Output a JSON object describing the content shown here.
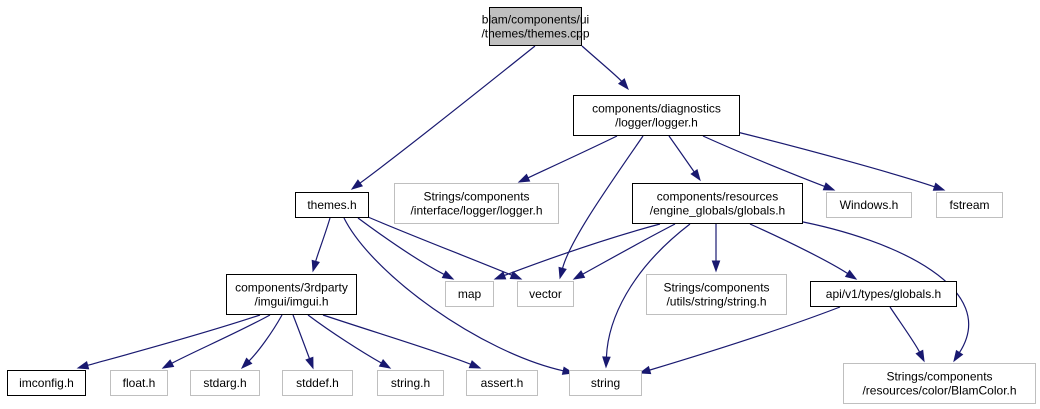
{
  "colors": {
    "edge": "#191970",
    "root_fill": "#bfbfbf",
    "root_border": "#000000",
    "local_border": "#000000",
    "external_border": "#bfbfbf",
    "node_fill": "#ffffff",
    "text": "#000000"
  },
  "nodes": [
    {
      "id": "themes_cpp",
      "kind": "root",
      "lines": [
        "blam/components/ui",
        "/themes/themes.cpp"
      ]
    },
    {
      "id": "logger_h",
      "kind": "local",
      "lines": [
        "components/diagnostics",
        "/logger/logger.h"
      ]
    },
    {
      "id": "themes_h",
      "kind": "local",
      "lines": [
        "themes.h"
      ]
    },
    {
      "id": "strings_logger",
      "kind": "external",
      "lines": [
        "Strings/components",
        "/interface/logger/logger.h"
      ]
    },
    {
      "id": "globals_h",
      "kind": "local",
      "lines": [
        "components/resources",
        "/engine_globals/globals.h"
      ]
    },
    {
      "id": "windows_h",
      "kind": "external",
      "lines": [
        "Windows.h"
      ]
    },
    {
      "id": "fstream",
      "kind": "external",
      "lines": [
        "fstream"
      ]
    },
    {
      "id": "imgui_h",
      "kind": "local",
      "lines": [
        "components/3rdparty",
        "/imgui/imgui.h"
      ]
    },
    {
      "id": "map",
      "kind": "external",
      "lines": [
        "map"
      ]
    },
    {
      "id": "vector",
      "kind": "external",
      "lines": [
        "vector"
      ]
    },
    {
      "id": "strings_string",
      "kind": "external",
      "lines": [
        "Strings/components",
        "/utils/string/string.h"
      ]
    },
    {
      "id": "api_globals",
      "kind": "local",
      "lines": [
        "api/v1/types/globals.h"
      ]
    },
    {
      "id": "imconfig_h",
      "kind": "local",
      "lines": [
        "imconfig.h"
      ]
    },
    {
      "id": "float_h",
      "kind": "external",
      "lines": [
        "float.h"
      ]
    },
    {
      "id": "stdarg_h",
      "kind": "external",
      "lines": [
        "stdarg.h"
      ]
    },
    {
      "id": "stddef_h",
      "kind": "external",
      "lines": [
        "stddef.h"
      ]
    },
    {
      "id": "string_h",
      "kind": "external",
      "lines": [
        "string.h"
      ]
    },
    {
      "id": "assert_h",
      "kind": "external",
      "lines": [
        "assert.h"
      ]
    },
    {
      "id": "string",
      "kind": "external",
      "lines": [
        "string"
      ]
    },
    {
      "id": "blamcolor_h",
      "kind": "external",
      "lines": [
        "Strings/components",
        "/resources/color/BlamColor.h"
      ]
    }
  ],
  "edges": [
    [
      "themes_cpp",
      "logger_h"
    ],
    [
      "themes_cpp",
      "themes_h"
    ],
    [
      "logger_h",
      "strings_logger"
    ],
    [
      "logger_h",
      "vector"
    ],
    [
      "logger_h",
      "globals_h"
    ],
    [
      "logger_h",
      "windows_h"
    ],
    [
      "logger_h",
      "fstream"
    ],
    [
      "themes_h",
      "imgui_h"
    ],
    [
      "themes_h",
      "map"
    ],
    [
      "themes_h",
      "vector"
    ],
    [
      "themes_h",
      "string"
    ],
    [
      "globals_h",
      "map"
    ],
    [
      "globals_h",
      "vector"
    ],
    [
      "globals_h",
      "string"
    ],
    [
      "globals_h",
      "strings_string"
    ],
    [
      "globals_h",
      "api_globals"
    ],
    [
      "globals_h",
      "blamcolor_h"
    ],
    [
      "imgui_h",
      "imconfig_h"
    ],
    [
      "imgui_h",
      "float_h"
    ],
    [
      "imgui_h",
      "stdarg_h"
    ],
    [
      "imgui_h",
      "stddef_h"
    ],
    [
      "imgui_h",
      "string_h"
    ],
    [
      "imgui_h",
      "assert_h"
    ],
    [
      "api_globals",
      "string"
    ],
    [
      "api_globals",
      "blamcolor_h"
    ]
  ]
}
